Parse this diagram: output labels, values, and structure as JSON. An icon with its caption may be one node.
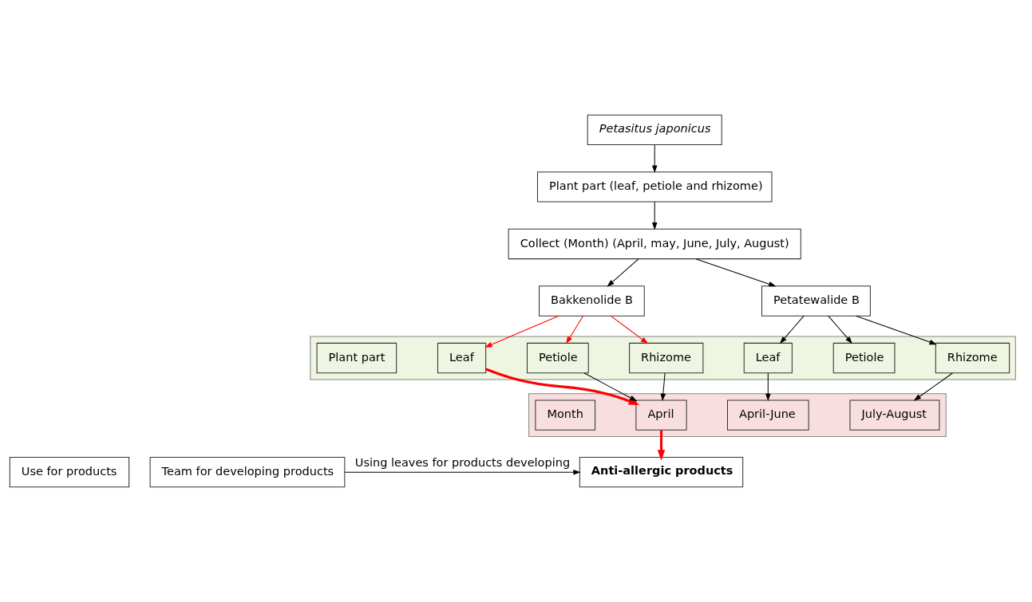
{
  "diagram": {
    "nodes": [
      {
        "text": [
          "Petasitus japonicus"
        ]
      },
      {
        "text": [
          "Plant part (leaf, petiole and rhizome)"
        ]
      },
      {
        "text": [
          "Collect (Month) (April, may, June, July, August)"
        ]
      },
      {
        "text": [
          "Bakkenolide B"
        ]
      },
      {
        "text": [
          "Petatewalide B"
        ]
      },
      {
        "text": [],
        "shape": "bar"
      },
      {
        "text": [
          "Plant part"
        ],
        "in": 5
      },
      {
        "text": [
          "Leaf"
        ],
        "in": 5
      },
      {
        "text": [
          "Petiole"
        ],
        "in": 5
      },
      {
        "text": [
          "Rhizome"
        ],
        "in": 5
      },
      {
        "text": [
          "Leaf"
        ],
        "in": 5
      },
      {
        "text": [
          "Petiole"
        ],
        "in": 5
      },
      {
        "text": [
          "Rhizome"
        ],
        "in": 5
      },
      {
        "text": [],
        "shape": "bar"
      },
      {
        "text": [
          "Month"
        ],
        "in": 13
      },
      {
        "text": [
          "April"
        ],
        "in": 13
      },
      {
        "text": [
          "April-June"
        ],
        "in": 13
      },
      {
        "text": [
          "July-August"
        ],
        "in": 13
      },
      {
        "text": [
          "Use for products"
        ]
      },
      {
        "text": [
          "Anti-allergic products"
        ]
      },
      {
        "text": [
          "Team for developing products"
        ]
      }
    ],
    "edges": [
      {
        "from": 0,
        "to": 1,
        "arrow": "to"
      },
      {
        "from": 1,
        "to": 2,
        "arrow": "to"
      },
      {
        "from": 2,
        "to": 3,
        "arrow": "to"
      },
      {
        "from": 2,
        "to": 4,
        "arrow": "to"
      },
      {
        "from": 3,
        "to": 7,
        "arrow": "to",
        "color": "#ff0000"
      },
      {
        "from": 3,
        "to": 8,
        "arrow": "to",
        "color": "#ff0000"
      },
      {
        "from": 3,
        "to": 9,
        "arrow": "to",
        "color": "#ff0000"
      },
      {
        "from": 4,
        "to": 10,
        "arrow": "to"
      },
      {
        "from": 4,
        "to": 11,
        "arrow": "to"
      },
      {
        "from": 4,
        "to": 12,
        "arrow": "to"
      },
      {
        "from": 7,
        "to": 15,
        "arrow": "to",
        "style": "thick",
        "color": "#ff0000"
      },
      {
        "from": 8,
        "to": 15,
        "arrow": "to"
      },
      {
        "from": 9,
        "to": 15,
        "arrow": "to"
      },
      {
        "from": 10,
        "to": 16,
        "arrow": "to"
      },
      {
        "from": 12,
        "to": 17,
        "arrow": "to"
      },
      {
        "from": 15,
        "to": 19,
        "arrow": "to",
        "style": "thick",
        "color": "#ff0000"
      },
      {
        "from": 20,
        "to": 19,
        "arrow": "to",
        "label": "Using leaves for products developing"
      }
    ]
  }
}
